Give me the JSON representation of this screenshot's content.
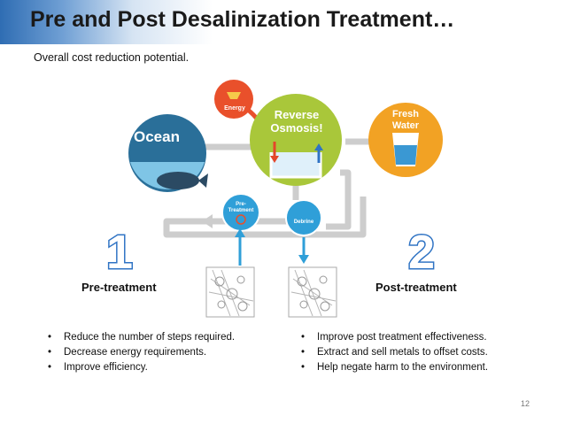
{
  "slide": {
    "title": "Pre and Post Desalinization Treatment…",
    "subtitle": "Overall cost reduction potential.",
    "page_number": "12"
  },
  "diagram": {
    "ocean": "Ocean",
    "energy": "Energy",
    "ro_line1": "Reverse",
    "ro_line2": "Osmosis!",
    "fresh_line1": "Fresh",
    "fresh_line2": "Water",
    "pre_line1": "Pre-",
    "pre_line2": "Treatment",
    "debrine": "Debrine",
    "colors": {
      "ocean": "#2a6f99",
      "energy": "#e9502b",
      "reverse_osmosis": "#a9c73a",
      "fresh_water": "#f2a224",
      "flow": "#cccccc",
      "number_stroke": "#2f73c4"
    }
  },
  "steps": {
    "pre": {
      "number": "1",
      "label": "Pre-treatment",
      "bullets": [
        "Reduce the number of steps required.",
        "Decrease energy requirements.",
        "Improve efficiency."
      ]
    },
    "post": {
      "number": "2",
      "label": "Post-treatment",
      "bullets": [
        "Improve post treatment effectiveness.",
        "Extract and sell metals to offset costs.",
        "Help negate harm to the environment."
      ]
    }
  }
}
